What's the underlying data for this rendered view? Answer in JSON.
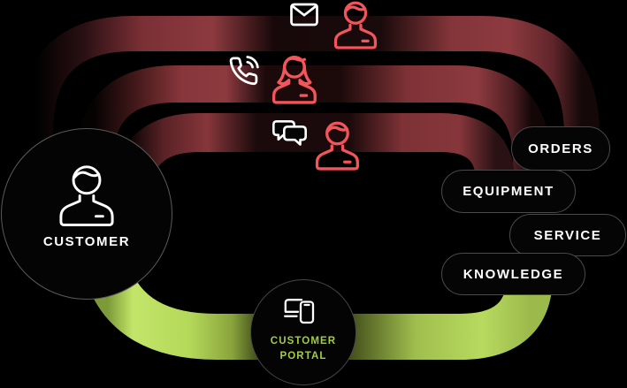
{
  "diagram": {
    "customer": {
      "label": "CUSTOMER",
      "icon": "person-icon"
    },
    "channels": [
      {
        "id": "email",
        "channel_icon": "envelope-icon",
        "agent_icon": "agent-person-icon"
      },
      {
        "id": "phone",
        "channel_icon": "phone-call-icon",
        "agent_icon": "agent-person-icon"
      },
      {
        "id": "chat",
        "channel_icon": "chat-bubbles-icon",
        "agent_icon": "agent-person-icon"
      }
    ],
    "portal": {
      "line1": "CUSTOMER",
      "line2": "PORTAL",
      "icon": "devices-icon"
    },
    "systems": [
      {
        "label": "ORDERS"
      },
      {
        "label": "EQUIPMENT"
      },
      {
        "label": "SERVICE"
      },
      {
        "label": "KNOWLEDGE"
      }
    ],
    "colors": {
      "background": "#000000",
      "band_red": "#8d3a3f",
      "band_green": "#bfe163",
      "agent_red": "#f4555a",
      "portal_green": "#a3cc44",
      "text_white": "#ffffff"
    }
  }
}
